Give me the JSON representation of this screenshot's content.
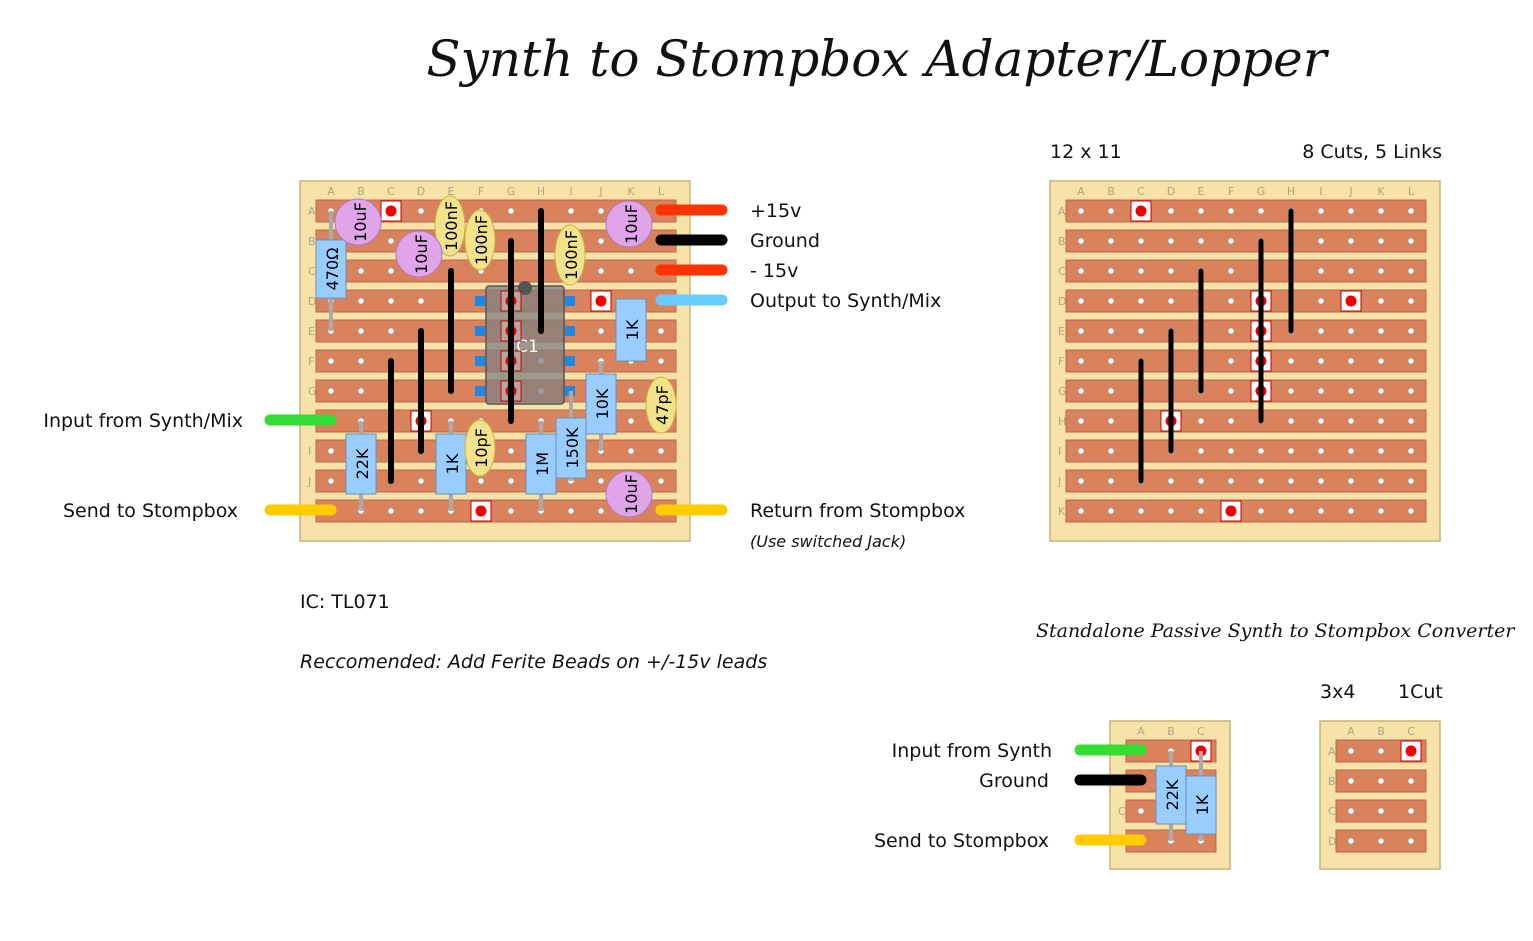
{
  "title": "Synth to Stompbox Adapter/Lopper",
  "main_board": {
    "columns": [
      "A",
      "B",
      "C",
      "D",
      "E",
      "F",
      "G",
      "H",
      "I",
      "J",
      "K",
      "L"
    ],
    "rows": [
      "A",
      "B",
      "C",
      "D",
      "E",
      "F",
      "G",
      "H",
      "I",
      "J",
      "K"
    ],
    "ic_label": "IC1",
    "components": {
      "r_470": "470Ω",
      "c_10uf_a": "10uF",
      "c_10uf_b": "10uF",
      "c_100nf_a": "100nF",
      "c_100nf_b": "100nF",
      "c_100nf_c": "100nF",
      "c_10uf_c": "10uF",
      "r_1k_top": "1K",
      "r_10k": "10K",
      "c_47pf": "47pF",
      "r_22k": "22K",
      "r_1k_bottom": "1K",
      "c_10pf": "10pF",
      "r_1m": "1M",
      "r_150k": "150K",
      "c_10uf_d": "10uF"
    },
    "wires_left": {
      "input": "Input from Synth/Mix",
      "send": "Send to Stompbox"
    },
    "wires_right": {
      "plus15": "+15v",
      "ground": "Ground",
      "minus15": "- 15v",
      "output": "Output to Synth/Mix",
      "return": "Return from Stompbox",
      "return_note": "(Use switched Jack)"
    },
    "wire_colors": {
      "power": "#ff3300",
      "ground": "#000000",
      "output": "#66ccff",
      "input": "#33dd33",
      "send": "#ffcc00"
    }
  },
  "notes": {
    "ic": "IC: TL071",
    "recommended": "Reccomended: Add Ferite Beads on +/-15v leads"
  },
  "cut_board": {
    "size": "12 x 11",
    "summary": "8 Cuts, 5 Links",
    "columns": [
      "A",
      "B",
      "C",
      "D",
      "E",
      "F",
      "G",
      "H",
      "I",
      "J",
      "K",
      "L"
    ],
    "rows": [
      "A",
      "B",
      "C",
      "D",
      "E",
      "F",
      "G",
      "H",
      "I",
      "J",
      "K"
    ]
  },
  "converter": {
    "title": "Standalone Passive Synth to Stompbox Converter",
    "size": "3x4",
    "summary": "1Cut",
    "columns": [
      "A",
      "B",
      "C"
    ],
    "rows": [
      "A",
      "B",
      "C",
      "D"
    ],
    "labels": {
      "input": "Input from Synth",
      "ground": "Ground",
      "send": "Send to Stompbox"
    },
    "components": {
      "r_22k": "22K",
      "r_1k": "1K"
    }
  },
  "colors": {
    "board": "#f7e3a8",
    "board_border": "#c9b27a",
    "strip": "#d9825b",
    "cut": "#ee0000",
    "resistor": "#99ccff",
    "electrolytic": "#e0a4e8",
    "ceramic": "#f2e38a"
  }
}
